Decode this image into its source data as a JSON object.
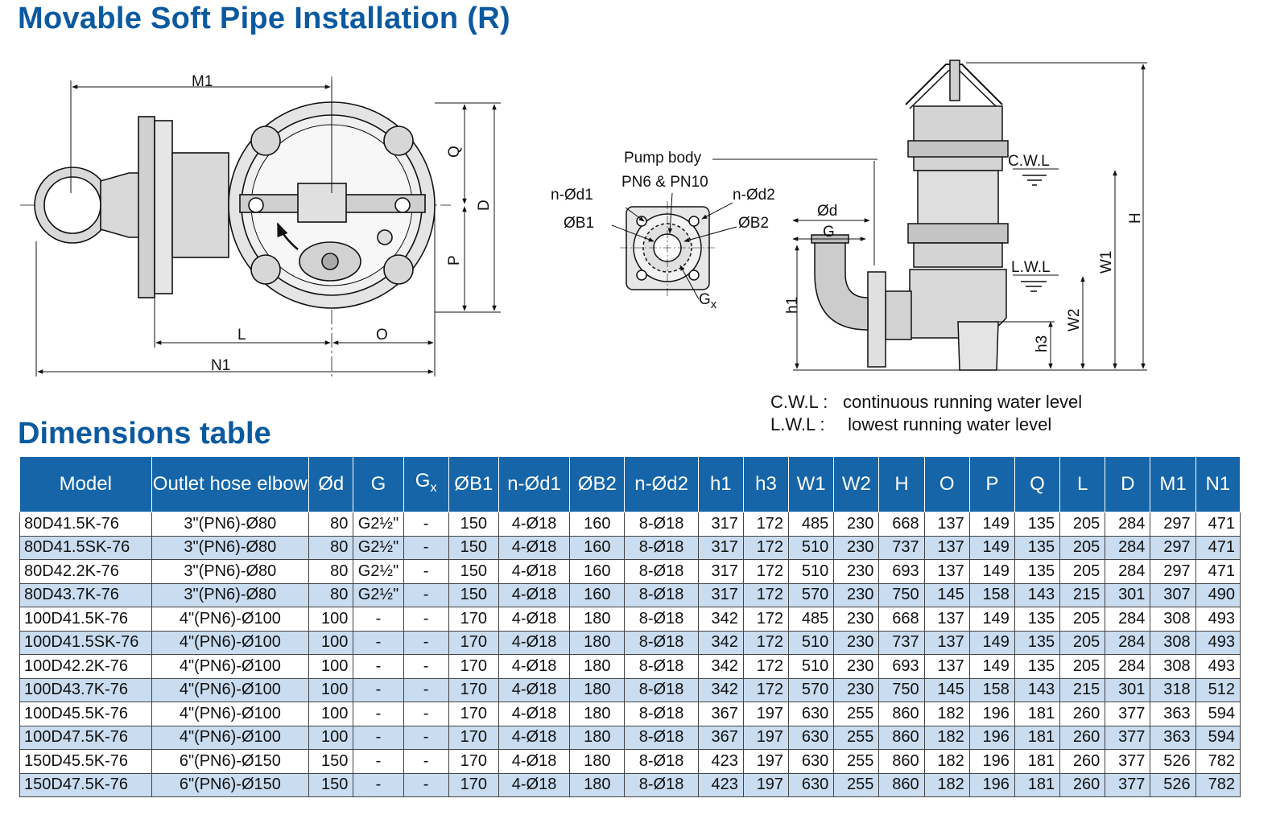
{
  "title": "Movable Soft Pipe Installation (R)",
  "dimensions_title": "Dimensions table",
  "drawing_labels": {
    "m1": "M1",
    "q": "Q",
    "d": "D",
    "p": "P",
    "l": "L",
    "o": "O",
    "n1": "N1",
    "pump_body_1": "Pump body",
    "pump_body_2": "PN6 & PN10",
    "n_od1": "n-Ød1",
    "n_od2": "n-Ød2",
    "ob1": "ØB1",
    "ob2": "ØB2",
    "gx": "G",
    "gx_sub": "x",
    "od": "Ød",
    "g": "G",
    "h1": "h1",
    "h3": "h3",
    "w2": "W2",
    "w1": "W1",
    "h": "H",
    "cwl": "C.W.L",
    "lwl": "L.W.L"
  },
  "legend": [
    {
      "abbr": "C.W.L :",
      "text": "continuous running water level"
    },
    {
      "abbr": "L.W.L :",
      "text": " lowest running water level"
    }
  ],
  "table": {
    "headers": [
      "Model",
      "Outlet hose elbow",
      "Ød",
      "G",
      "G",
      "ØB1",
      "n-Ød1",
      "ØB2",
      "n-Ød2",
      "h1",
      "h3",
      "W1",
      "W2",
      "H",
      "O",
      "P",
      "Q",
      "L",
      "D",
      "M1",
      "N1"
    ],
    "gx_header_sub": "x",
    "rows": [
      [
        "80D41.5K-76",
        "3\"(PN6)-Ø80",
        "80",
        "G2½\"",
        "-",
        "150",
        "4-Ø18",
        "160",
        "8-Ø18",
        "317",
        "172",
        "485",
        "230",
        "668",
        "137",
        "149",
        "135",
        "205",
        "284",
        "297",
        "471"
      ],
      [
        "80D41.5SK-76",
        "3\"(PN6)-Ø80",
        "80",
        "G2½\"",
        "-",
        "150",
        "4-Ø18",
        "160",
        "8-Ø18",
        "317",
        "172",
        "510",
        "230",
        "737",
        "137",
        "149",
        "135",
        "205",
        "284",
        "297",
        "471"
      ],
      [
        "80D42.2K-76",
        "3\"(PN6)-Ø80",
        "80",
        "G2½\"",
        "-",
        "150",
        "4-Ø18",
        "160",
        "8-Ø18",
        "317",
        "172",
        "510",
        "230",
        "693",
        "137",
        "149",
        "135",
        "205",
        "284",
        "297",
        "471"
      ],
      [
        "80D43.7K-76",
        "3\"(PN6)-Ø80",
        "80",
        "G2½\"",
        "-",
        "150",
        "4-Ø18",
        "160",
        "8-Ø18",
        "317",
        "172",
        "570",
        "230",
        "750",
        "145",
        "158",
        "143",
        "215",
        "301",
        "307",
        "490"
      ],
      [
        "100D41.5K-76",
        "4\"(PN6)-Ø100",
        "100",
        "-",
        "-",
        "170",
        "4-Ø18",
        "180",
        "8-Ø18",
        "342",
        "172",
        "485",
        "230",
        "668",
        "137",
        "149",
        "135",
        "205",
        "284",
        "308",
        "493"
      ],
      [
        "100D41.5SK-76",
        "4\"(PN6)-Ø100",
        "100",
        "-",
        "-",
        "170",
        "4-Ø18",
        "180",
        "8-Ø18",
        "342",
        "172",
        "510",
        "230",
        "737",
        "137",
        "149",
        "135",
        "205",
        "284",
        "308",
        "493"
      ],
      [
        "100D42.2K-76",
        "4\"(PN6)-Ø100",
        "100",
        "-",
        "-",
        "170",
        "4-Ø18",
        "180",
        "8-Ø18",
        "342",
        "172",
        "510",
        "230",
        "693",
        "137",
        "149",
        "135",
        "205",
        "284",
        "308",
        "493"
      ],
      [
        "100D43.7K-76",
        "4\"(PN6)-Ø100",
        "100",
        "-",
        "-",
        "170",
        "4-Ø18",
        "180",
        "8-Ø18",
        "342",
        "172",
        "570",
        "230",
        "750",
        "145",
        "158",
        "143",
        "215",
        "301",
        "318",
        "512"
      ],
      [
        "100D45.5K-76",
        "4\"(PN6)-Ø100",
        "100",
        "-",
        "-",
        "170",
        "4-Ø18",
        "180",
        "8-Ø18",
        "367",
        "197",
        "630",
        "255",
        "860",
        "182",
        "196",
        "181",
        "260",
        "377",
        "363",
        "594"
      ],
      [
        "100D47.5K-76",
        "4\"(PN6)-Ø100",
        "100",
        "-",
        "-",
        "170",
        "4-Ø18",
        "180",
        "8-Ø18",
        "367",
        "197",
        "630",
        "255",
        "860",
        "182",
        "196",
        "181",
        "260",
        "377",
        "363",
        "594"
      ],
      [
        "150D45.5K-76",
        "6\"(PN6)-Ø150",
        "150",
        "-",
        "-",
        "170",
        "4-Ø18",
        "180",
        "8-Ø18",
        "423",
        "197",
        "630",
        "255",
        "860",
        "182",
        "196",
        "181",
        "260",
        "377",
        "526",
        "782"
      ],
      [
        "150D47.5K-76",
        "6\"(PN6)-Ø150",
        "150",
        "-",
        "-",
        "170",
        "4-Ø18",
        "180",
        "8-Ø18",
        "423",
        "197",
        "630",
        "255",
        "860",
        "182",
        "196",
        "181",
        "260",
        "377",
        "526",
        "782"
      ]
    ]
  },
  "colors": {
    "title": "#0b5aa0",
    "header_bg": "#1565a8",
    "row_alt": "#c9dcf0"
  }
}
